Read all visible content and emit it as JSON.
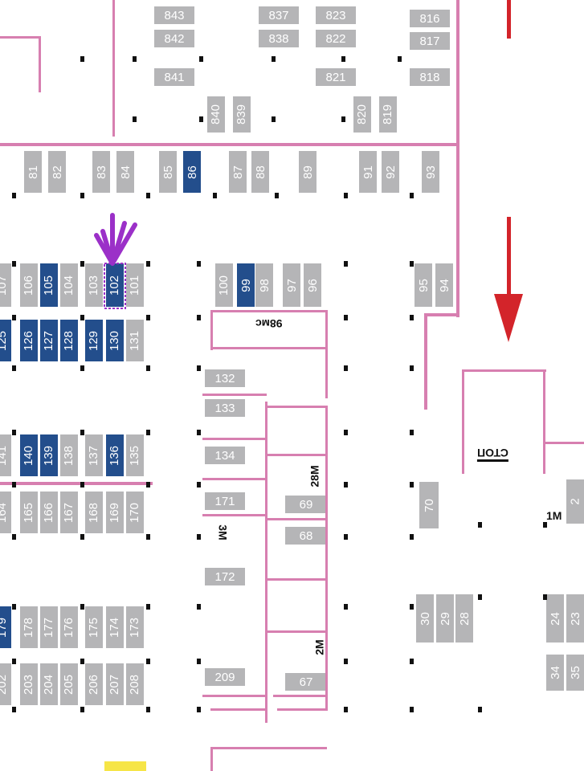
{
  "map": {
    "rows": [
      [
        "843",
        "842",
        "841",
        "837",
        "838",
        "823",
        "822",
        "821",
        "816",
        "817",
        "818"
      ],
      [
        "840",
        "839",
        "820",
        "819"
      ],
      [
        "81",
        "82",
        "83",
        "84",
        "85",
        "86",
        "87",
        "88",
        "89",
        "91",
        "92",
        "93"
      ],
      [
        "107",
        "106",
        "105",
        "104",
        "103",
        "102",
        "101",
        "100",
        "99",
        "98",
        "97",
        "96",
        "95",
        "94"
      ],
      [
        "125",
        "126",
        "127",
        "128",
        "129",
        "130",
        "131"
      ],
      [
        "141",
        "140",
        "139",
        "138",
        "137",
        "136",
        "135"
      ],
      [
        "164",
        "165",
        "166",
        "167",
        "168",
        "169",
        "170"
      ],
      [
        "179",
        "178",
        "177",
        "176",
        "175",
        "174",
        "173"
      ],
      [
        "202",
        "203",
        "204",
        "205",
        "206",
        "207",
        "208"
      ],
      [
        "70",
        "2",
        "30",
        "29",
        "28",
        "24",
        "23",
        "34",
        "35"
      ],
      [
        "132",
        "133",
        "134",
        "171",
        "172",
        "209",
        "69",
        "68",
        "67"
      ]
    ],
    "occupied": [
      "86",
      "105",
      "102",
      "99",
      "125",
      "126",
      "127",
      "128",
      "129",
      "130",
      "140",
      "139",
      "136",
      "179"
    ],
    "highlighted": "102",
    "labels": {
      "mc98": "98мс",
      "m28": "28М",
      "m3": "3М",
      "m2": "2М",
      "m1": "1М",
      "stop": "СТОП"
    },
    "colors": {
      "spot": "#b5b5b7",
      "occupied": "#234e8c",
      "wall": "#d77fb0",
      "arrow": "#d3242a",
      "marker": "#9b30c8"
    }
  }
}
